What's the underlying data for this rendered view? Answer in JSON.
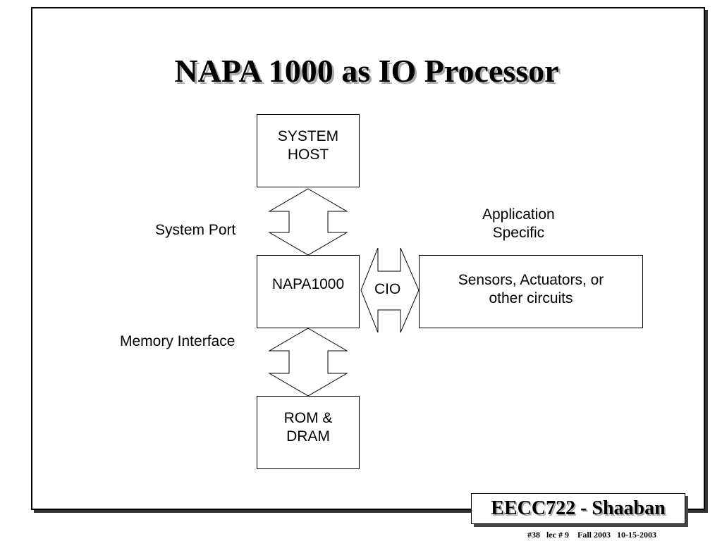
{
  "slide": {
    "title": "NAPA 1000 as IO Processor",
    "footer_title": "EECC722 - Shaaban",
    "footer_meta": "#38   lec # 9    Fall 2003   10-15-2003"
  },
  "diagram": {
    "nodes": {
      "system_host": "SYSTEM\nHOST",
      "napa": "NAPA1000",
      "rom_dram": "ROM &\nDRAM",
      "sensors": "Sensors, Actuators, or\nother circuits"
    },
    "labels": {
      "system_port": "System Port",
      "memory_interface": "Memory Interface",
      "cio": "CIO",
      "application_specific": "Application\nSpecific"
    }
  }
}
